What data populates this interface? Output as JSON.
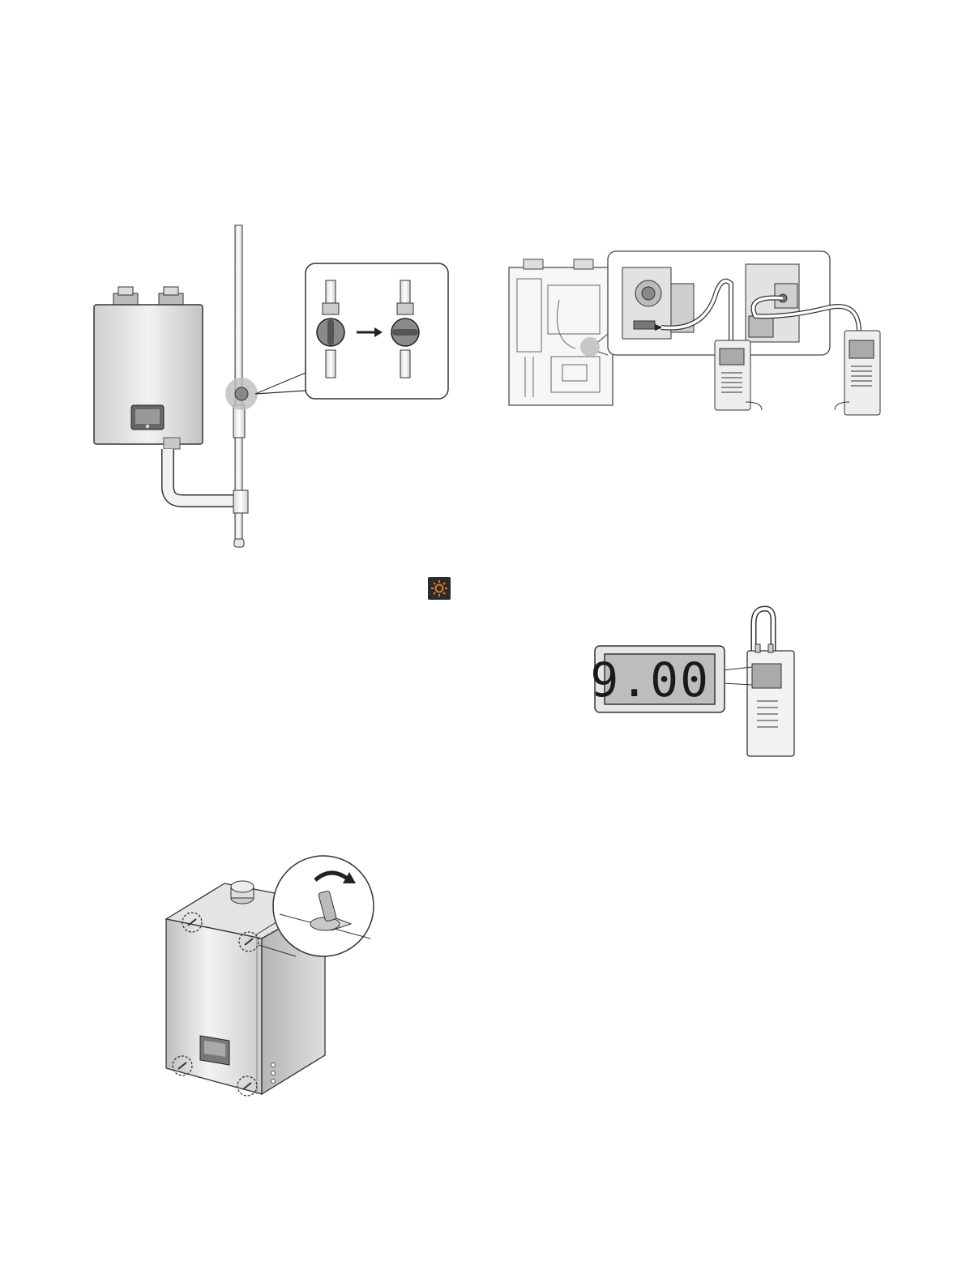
{
  "figures": {
    "gas_valve_close": {
      "icon": "gas-shutoff-valve"
    },
    "manometer_connection": {
      "icon": "manometer"
    },
    "settings": {
      "icon": "gear-icon",
      "color": "#e07b1a"
    },
    "pressure_readout": {
      "value": "9.00"
    },
    "front_cover_latches": {
      "icon": "latch"
    }
  }
}
